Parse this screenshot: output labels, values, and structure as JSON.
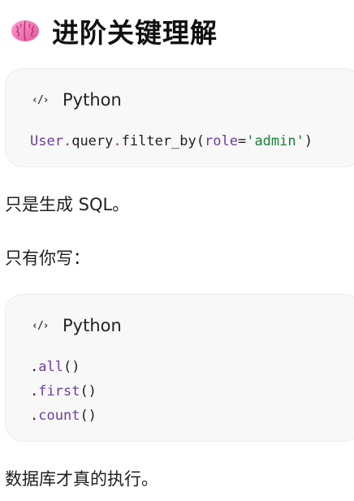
{
  "heading": {
    "icon": "brain-icon",
    "text": "进阶关键理解"
  },
  "code_blocks": [
    {
      "icon": "code-icon",
      "icon_glyph": "‹/›",
      "language": "Python",
      "tokens": [
        {
          "text": "User",
          "kind": "class"
        },
        {
          "text": ".",
          "kind": "dot"
        },
        {
          "text": "query",
          "kind": "plain"
        },
        {
          "text": ".",
          "kind": "dot"
        },
        {
          "text": "filter_by(",
          "kind": "plain"
        },
        {
          "text": "role",
          "kind": "kw"
        },
        {
          "text": "=",
          "kind": "plain"
        },
        {
          "text": "'admin'",
          "kind": "str"
        },
        {
          "text": ")",
          "kind": "plain"
        }
      ]
    },
    {
      "icon": "code-icon",
      "icon_glyph": "‹/›",
      "language": "Python",
      "lines": [
        {
          "dot": ".",
          "name": "all",
          "tail": "()"
        },
        {
          "dot": ".",
          "name": "first",
          "tail": "()"
        },
        {
          "dot": ".",
          "name": "count",
          "tail": "()"
        }
      ]
    }
  ],
  "paragraphs": {
    "p1": "只是生成 SQL。",
    "p2": "只有你写：",
    "p3": "数据库才真的执行。"
  },
  "colors": {
    "code_bg": "#f8f8f8",
    "keyword": "#6a3fa0",
    "string": "#1a7f37",
    "dot": "#a0306a"
  }
}
